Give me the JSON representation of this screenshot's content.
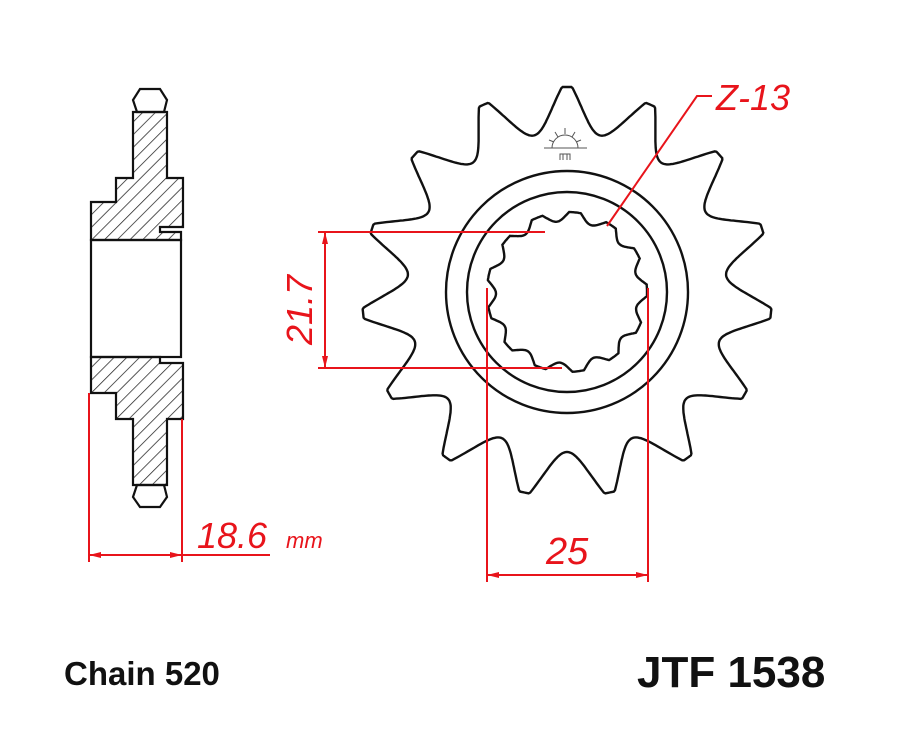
{
  "labels": {
    "chain": "Chain 520",
    "part_number": "JTF 1538",
    "teeth": "Z-13",
    "spline_diameter": "21.7",
    "bore_width": "25",
    "thickness": "18.6",
    "thickness_unit": "mm"
  },
  "colors": {
    "outline": "#111111",
    "dimension": "#e8141b"
  },
  "icons": {
    "logo": "jt-sprockets-sun-logo"
  }
}
